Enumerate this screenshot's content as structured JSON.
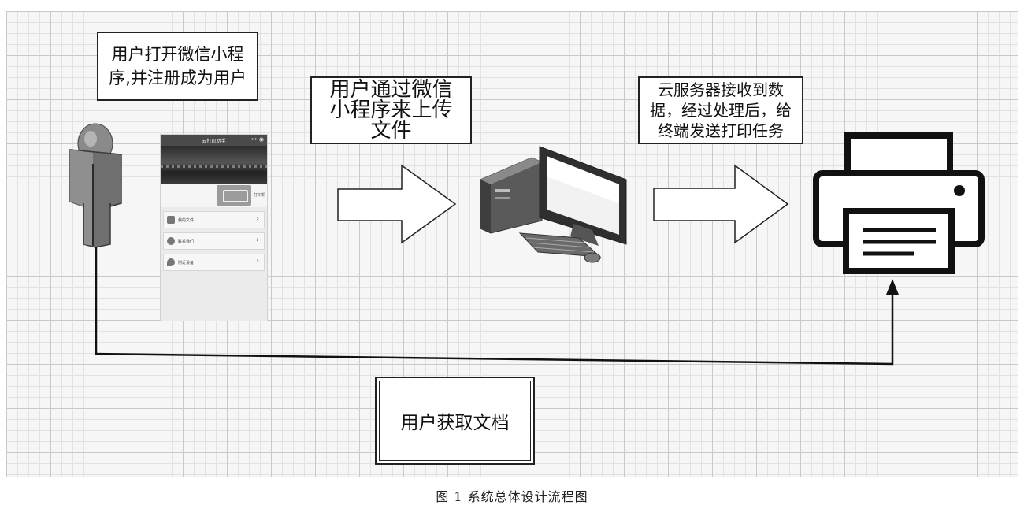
{
  "nodes": {
    "open_app": "用户打开微信小程序,并注册成为用户",
    "open_app_lines": [
      "用户打开微信小程",
      "序,并注册成为用户"
    ],
    "upload_lines": [
      "用户通过微信",
      "小程序来上传",
      "文件"
    ],
    "cloud_lines": [
      "云服务器接收到数",
      "据，经过处理后，给",
      "终端发送打印任务"
    ],
    "get_doc": "用户获取文档"
  },
  "phone": {
    "title": "云打印助手",
    "banner_label": "打印机",
    "menu": [
      {
        "label": "我的文件",
        "icon": "file-icon"
      },
      {
        "label": "联系我们",
        "icon": "chat-icon"
      },
      {
        "label": "附近设备",
        "icon": "location-pin-icon"
      }
    ]
  },
  "caption": "图 1   系统总体设计流程图",
  "colors": {
    "grid_major": "#c9c9c9",
    "grid_minor": "#e2e2e2",
    "line": "#111111",
    "figure": "#6f6f6f"
  }
}
